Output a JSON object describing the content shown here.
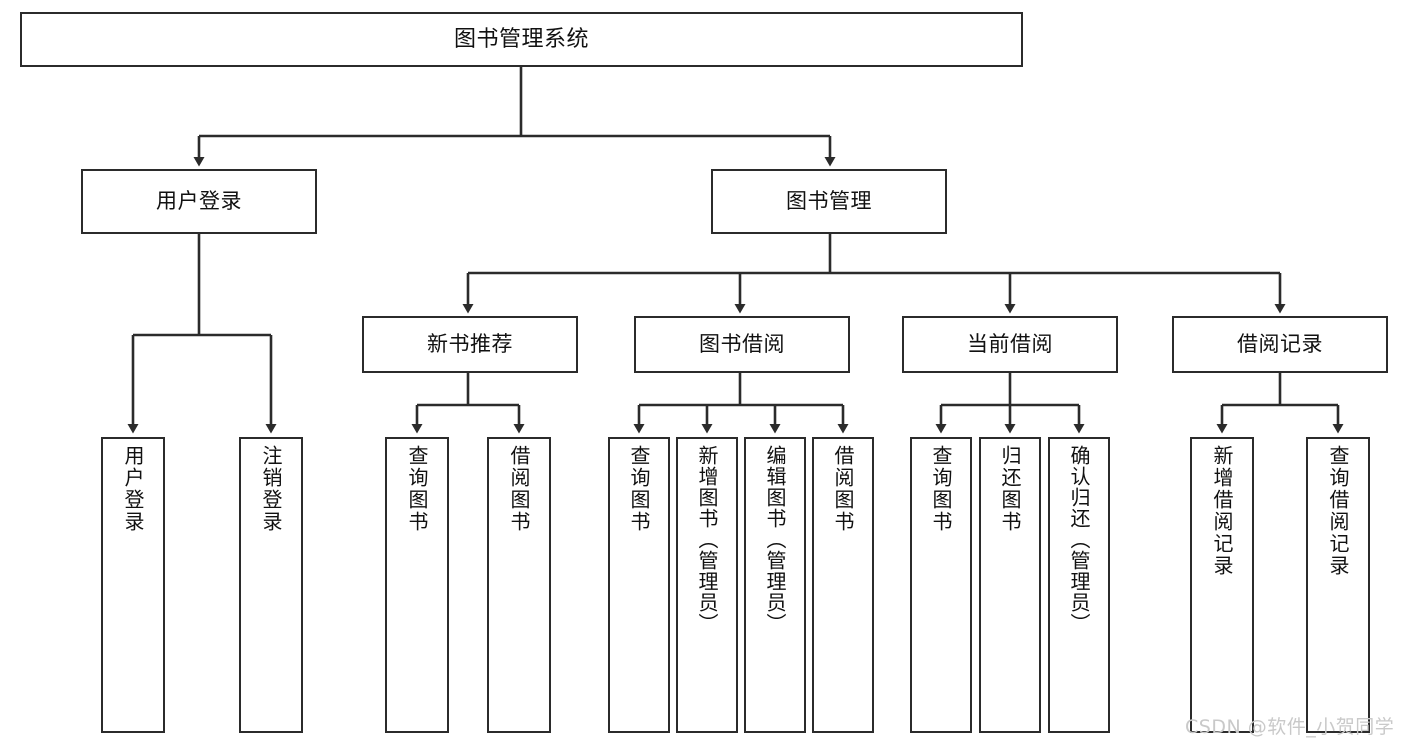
{
  "diagram": {
    "title": "图书管理系统",
    "type": "hierarchy-tree",
    "levels": 4,
    "root": {
      "id": "root",
      "label": "图书管理系统"
    },
    "level2": [
      {
        "id": "login",
        "label": "用户登录"
      },
      {
        "id": "bookmgmt",
        "label": "图书管理"
      }
    ],
    "level3": [
      {
        "id": "newbook",
        "label": "新书推荐",
        "parent": "bookmgmt"
      },
      {
        "id": "borrow",
        "label": "图书借阅",
        "parent": "bookmgmt"
      },
      {
        "id": "current",
        "label": "当前借阅",
        "parent": "bookmgmt"
      },
      {
        "id": "record",
        "label": "借阅记录",
        "parent": "bookmgmt"
      }
    ],
    "leaves": {
      "login": [
        {
          "id": "leaf-user-login",
          "label": "用户登录"
        },
        {
          "id": "leaf-logout",
          "label": "注销登录"
        }
      ],
      "newbook": [
        {
          "id": "leaf-query-book-1",
          "label": "查询图书"
        },
        {
          "id": "leaf-borrow-book-1",
          "label": "借阅图书"
        }
      ],
      "borrow": [
        {
          "id": "leaf-query-book-2",
          "label": "查询图书"
        },
        {
          "id": "leaf-add-book",
          "label": "新增图书（管理员）"
        },
        {
          "id": "leaf-edit-book",
          "label": "编辑图书（管理员）"
        },
        {
          "id": "leaf-borrow-book-2",
          "label": "借阅图书"
        }
      ],
      "current": [
        {
          "id": "leaf-query-book-3",
          "label": "查询图书"
        },
        {
          "id": "leaf-return-book",
          "label": "归还图书"
        },
        {
          "id": "leaf-confirm-return",
          "label": "确认归还（管理员）"
        }
      ],
      "record": [
        {
          "id": "leaf-add-record",
          "label": "新增借阅记录"
        },
        {
          "id": "leaf-query-record",
          "label": "查询借阅记录"
        }
      ]
    }
  },
  "watermark": {
    "text": "CSDN @软件_小贺同学"
  },
  "colors": {
    "stroke": "#2b2b2b",
    "fill": "#ffffff",
    "text": "#111111",
    "watermark": "#c9c9c9"
  }
}
